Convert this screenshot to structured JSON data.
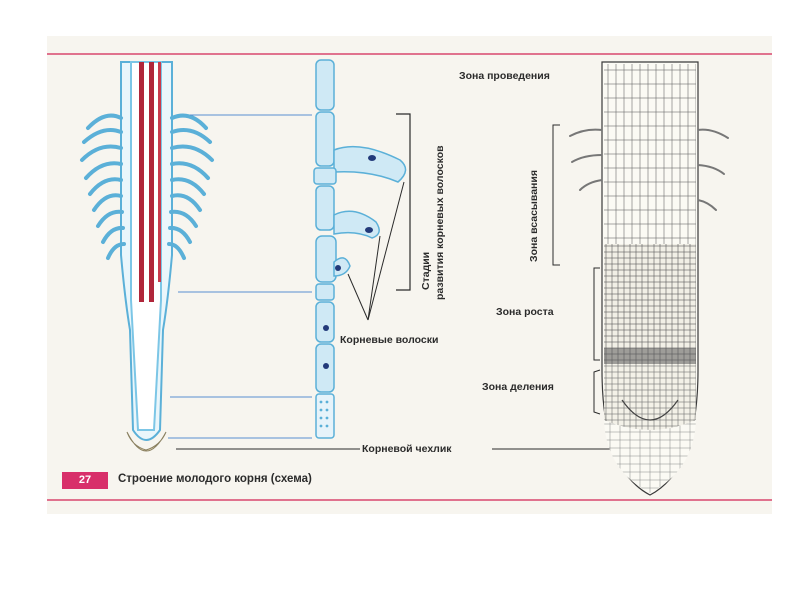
{
  "labels": {
    "zone_conduction": "Зона проведения",
    "zone_absorption": "Зона всасывания",
    "zone_growth": "Зона роста",
    "zone_division": "Зона деления",
    "root_hairs": "Корневые волоски",
    "root_cap": "Корневой чехлик",
    "stages_line1": "Стадии",
    "stages_line2": "развития корневых волосков"
  },
  "figure": {
    "number": "27",
    "caption": "Строение молодого корня (схема)"
  },
  "colors": {
    "rule": "#d9476e",
    "badge": "#d82f6a",
    "root_blue": "#7cc6e6",
    "vessel_red": "#b0263a",
    "ink": "#2b2b2b"
  }
}
